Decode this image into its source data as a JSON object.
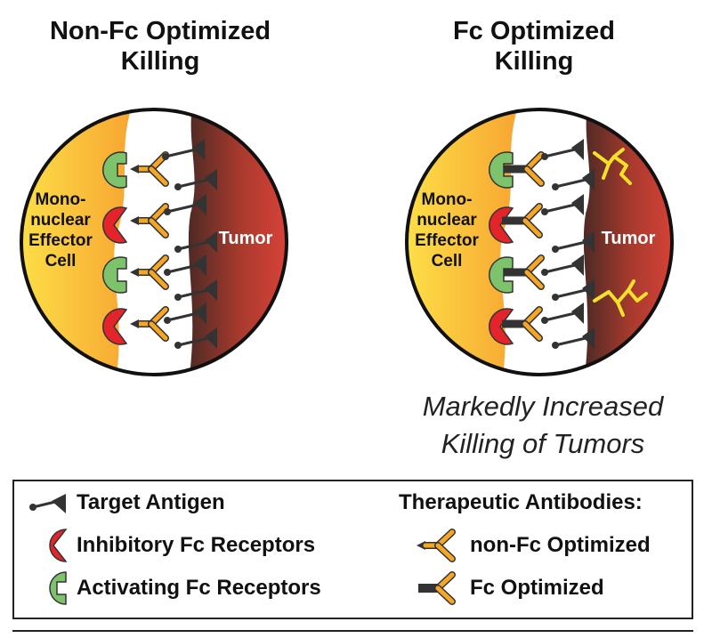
{
  "panels": {
    "left": {
      "title_line1": "Non-Fc Optimized",
      "title_line2": "Killing",
      "cell_label": [
        "Mono-",
        "nuclear",
        "Effector",
        "Cell"
      ],
      "tumor_label": "Tumor"
    },
    "right": {
      "title_line1": "Fc Optimized",
      "title_line2": "Killing",
      "cell_label": [
        "Mono-",
        "nuclear",
        "Effector",
        "Cell"
      ],
      "tumor_label": "Tumor",
      "caption_line1": "Markedly Increased",
      "caption_line2": "Killing of Tumors"
    }
  },
  "legend": {
    "target_antigen": "Target Antigen",
    "inhibitory": "Inhibitory Fc Receptors",
    "activating": "Activating Fc Receptors",
    "antibodies_heading": "Therapeutic Antibodies:",
    "non_fc_optimized": "non-Fc Optimized",
    "fc_optimized": "Fc Optimized"
  },
  "colors": {
    "effector_cell": "#fbb034",
    "tumor_dark": "#5a2a22",
    "tumor_light": "#e8443a",
    "inhibitory_receptor": "#e3242b",
    "activating_receptor": "#7dc36b",
    "antibody_non_fc": "#f5a623",
    "antibody_fc": "#2e9a3f",
    "antigen": "#333333",
    "killing_signal": "#f6e12a"
  },
  "icons": [
    "target-antigen-icon",
    "inhibitory-receptor-icon",
    "activating-receptor-icon",
    "non-fc-antibody-icon",
    "fc-antibody-icon",
    "killing-lightning-icon"
  ]
}
